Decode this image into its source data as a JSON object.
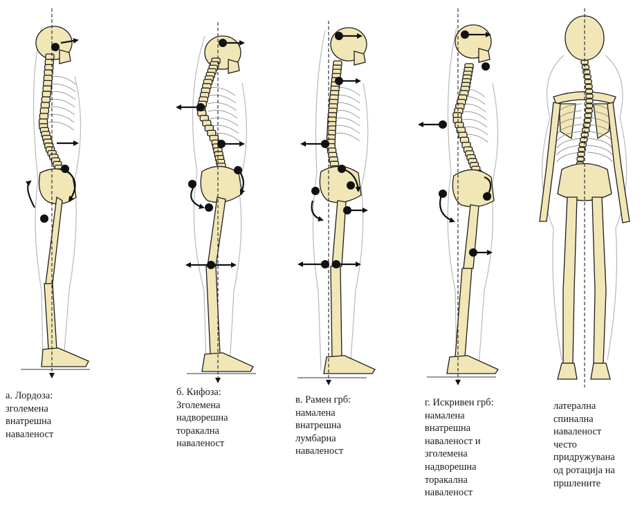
{
  "colors": {
    "bone": "#f1e6b6",
    "bone_shade": "#dccd8f",
    "outline": "#1c1c1c",
    "body_line": "#b9b9b9",
    "arrow": "#111111"
  },
  "figures": [
    {
      "id": "lordosis",
      "view": "side",
      "caption": [
        "а. Лордоза:",
        "зголемена",
        "внатрешна",
        "наваленост"
      ]
    },
    {
      "id": "kyphosis",
      "view": "side",
      "caption": [
        "б. Кифоза:",
        "Зголемена",
        "надворешна",
        "торакална",
        "наваленост"
      ]
    },
    {
      "id": "flatback",
      "view": "side",
      "caption": [
        "в. Рамен грб:",
        "намалена",
        "внатрешна",
        "лумбарна",
        "наваленост"
      ]
    },
    {
      "id": "swayback",
      "view": "side",
      "caption": [
        "г. Искривен грб:",
        "намалена",
        "внатрешна",
        "наваленост и",
        "зголемена",
        "надворешна",
        "торакална",
        "наваленост"
      ]
    },
    {
      "id": "scoliosis",
      "view": "back",
      "caption": [
        "латерална",
        "спинална",
        "наваленост",
        "често",
        "придружувана",
        "од ротација на",
        "пршлените"
      ]
    }
  ]
}
